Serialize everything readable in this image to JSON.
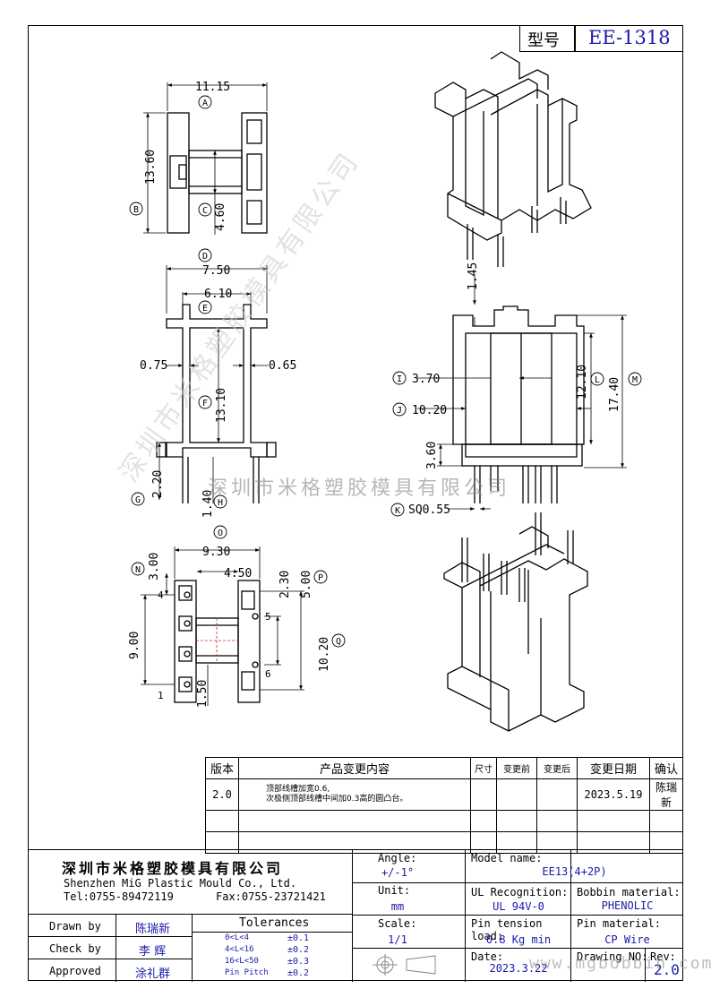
{
  "header": {
    "model_label": "型号",
    "model_value": "EE-1318"
  },
  "dims": {
    "a": "11.15",
    "b": "13.60",
    "c": "4.60",
    "d": "7.50",
    "e": "6.10",
    "f": "13.10",
    "g": "2.20",
    "h": "1.40",
    "l_left": "0.75",
    "r_right": "0.65",
    "i": "3.70",
    "j": "10.20",
    "k": "SQ0.55",
    "top": "1.45",
    "k3": "3.60",
    "l": "12.10",
    "m": "17.40",
    "n": "3.00",
    "o": "9.30",
    "p": "5.00",
    "q": "10.20",
    "inner45": "4.50",
    "inner23": "2.30",
    "pin9": "9.00",
    "pin15": "1.50"
  },
  "circles": {
    "a": "A",
    "b": "B",
    "c": "C",
    "d": "D",
    "e": "E",
    "f": "F",
    "g": "G",
    "h": "H",
    "i": "I",
    "j": "J",
    "k": "K",
    "l": "L",
    "m": "M",
    "n": "N",
    "o": "O",
    "p": "P",
    "q": "Q"
  },
  "pins": {
    "p1": "1",
    "p4": "4",
    "p5": "5",
    "p6": "6"
  },
  "watermark": "深圳市米格塑胶模具有限公司",
  "revision": {
    "headers": [
      "版本",
      "产品变更内容",
      "尺寸",
      "变更前",
      "变更后",
      "变更日期",
      "确认"
    ],
    "row1": {
      "version": "2.0",
      "content_line1": "顶部线槽加宽0.6,",
      "content_line2": "次极侧顶部线槽中间加0.3高的圆凸台。",
      "date": "2023.5.19",
      "by": "陈瑞新"
    }
  },
  "company": {
    "name_cn": "深圳市米格塑胶模具有限公司",
    "name_en": "Shenzhen MiG Plastic Mould Co., Ltd.",
    "tel": "Tel:0755-89472119",
    "fax": "Fax:0755-23721421"
  },
  "titleblock": {
    "angle_label": "Angle:",
    "angle_value": "+/-1°",
    "unit_label": "Unit:",
    "unit_value": "mm",
    "scale_label": "Scale:",
    "scale_value": "1/1",
    "model_label": "Model name:",
    "model_value": "EE13(4+2P)",
    "ul_label": "UL Recognition:",
    "ul_value": "UL 94V-0",
    "bobbin_label": "Bobbin material:",
    "bobbin_value": "PHENOLIC",
    "tension_label": "Pin tension load:",
    "tension_value": "0.8 Kg min",
    "pinmat_label": "Pin material:",
    "pinmat_value": "CP Wire",
    "date_label": "Date:",
    "date_value": "2023.3.22",
    "drawing_label": "Drawing NO:",
    "rev_label": "Rev:",
    "rev_value": "2.0",
    "website": "www.mgbobbin.com"
  },
  "people": {
    "drawn_label": "Drawn by",
    "drawn_value": "陈瑞新",
    "check_label": "Check by",
    "check_value": "李 辉",
    "approved_label": "Approved",
    "approved_value": "涂礼群"
  },
  "tolerances": {
    "title": "Tolerances",
    "rows": [
      {
        "range": "0<L<4",
        "tol": "±0.1"
      },
      {
        "range": "4<L<16",
        "tol": "±0.2"
      },
      {
        "range": "16<L<50",
        "tol": "±0.3"
      },
      {
        "range": "Pin Pitch",
        "tol": "±0.2"
      }
    ]
  }
}
